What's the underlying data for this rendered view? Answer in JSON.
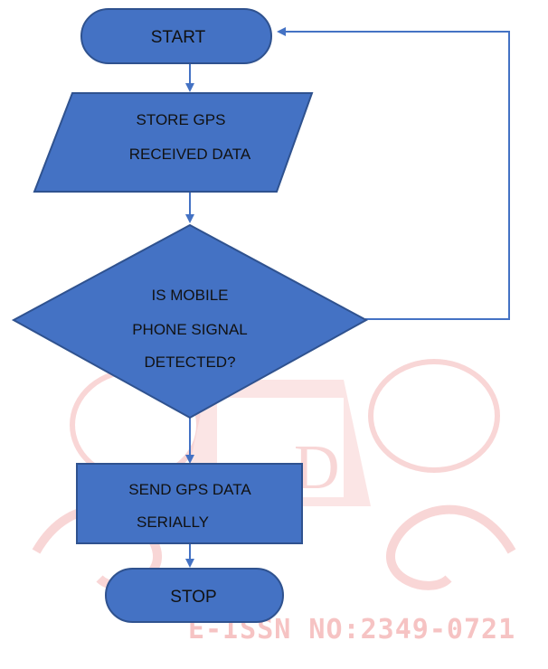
{
  "flowchart": {
    "start_label": "START",
    "store_label_1": "STORE GPS",
    "store_label_2": "RECEIVED DATA",
    "decision_label_1": "IS MOBILE",
    "decision_label_2": "PHONE SIGNAL",
    "decision_label_3": "DETECTED?",
    "send_label_1": "SEND GPS DATA",
    "send_label_2": "SERIALLY",
    "stop_label": "STOP"
  },
  "watermark": {
    "issn": "E-ISSN NO:2349-0721"
  },
  "colors": {
    "node_fill": "#4472c4",
    "node_stroke": "#2f528f",
    "arrow": "#4472c4",
    "watermark": "#f6c3c3"
  }
}
